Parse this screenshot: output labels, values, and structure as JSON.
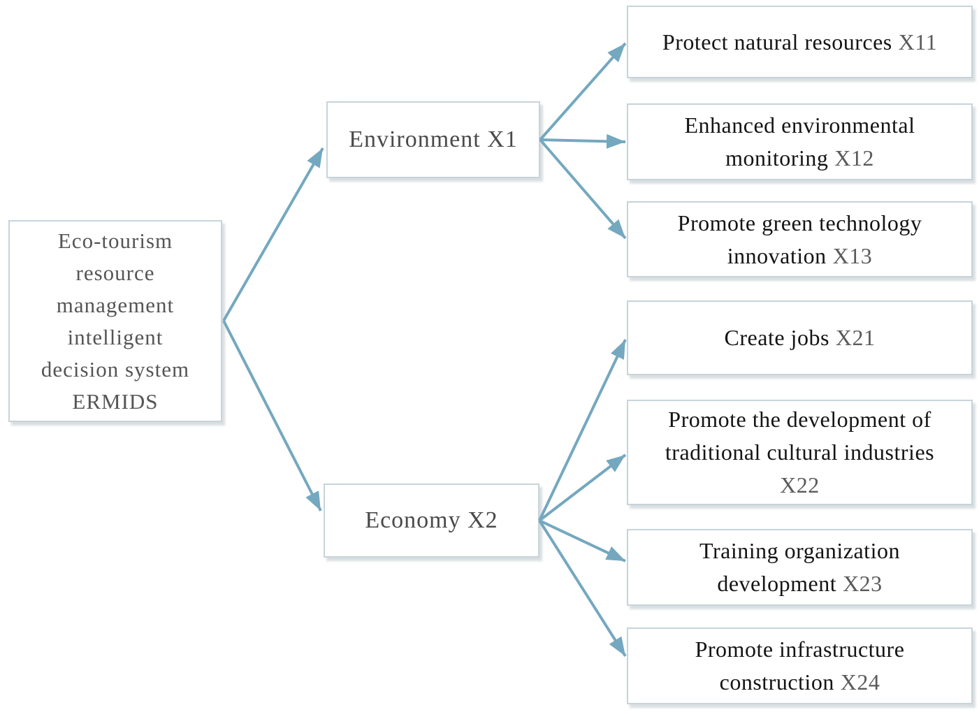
{
  "diagram": {
    "root": {
      "lines": [
        "Eco-tourism",
        "resource",
        "management",
        "intelligent",
        "decision system",
        "ERMIDS"
      ]
    },
    "branches": {
      "environment": {
        "label": "Environment X1"
      },
      "economy": {
        "label": "Economy X2"
      }
    },
    "nodes": {
      "x11": {
        "label": "Protect natural resources",
        "code": "X11"
      },
      "x12": {
        "line1": "Enhanced environmental",
        "line2": "monitoring",
        "code": "X12"
      },
      "x13": {
        "line1": "Promote green technology",
        "line2": "innovation",
        "code": "X13"
      },
      "x21": {
        "label": "Create jobs",
        "code": "X21"
      },
      "x22": {
        "line1": "Promote the development of",
        "line2": "traditional cultural industries",
        "code": "X22"
      },
      "x23": {
        "line1": "Training organization",
        "line2": "development",
        "code": "X23"
      },
      "x24": {
        "line1": "Promote infrastructure",
        "line2": "construction",
        "code": "X24"
      }
    },
    "colors": {
      "arrow": "#74a8bf",
      "box_border": "#c6d4da",
      "leaf_text": "#141414",
      "code_text": "#5a5a5a",
      "root_text": "#555555",
      "branch_text": "#4a4a4a"
    }
  }
}
